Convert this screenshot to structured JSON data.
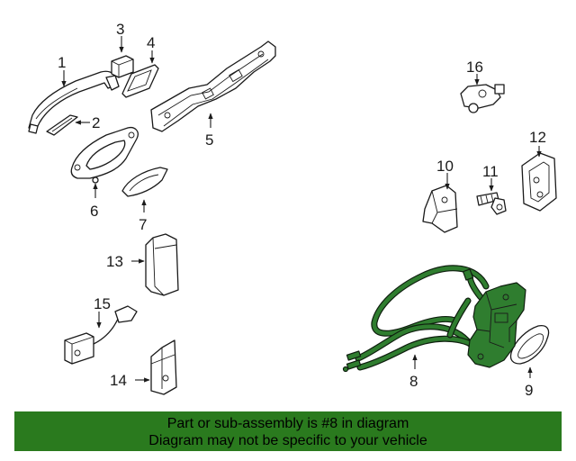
{
  "callouts": {
    "c1": "1",
    "c2": "2",
    "c3": "3",
    "c4": "4",
    "c5": "5",
    "c6": "6",
    "c7": "7",
    "c8": "8",
    "c9": "9",
    "c10": "10",
    "c11": "11",
    "c12": "12",
    "c13": "13",
    "c14": "14",
    "c15": "15",
    "c16": "16"
  },
  "highlight": {
    "part_number": "8",
    "color": "#2f7d2f"
  },
  "banner": {
    "line1": "Part or sub-assembly is #8 in diagram",
    "line2": "Diagram may not be specific to your vehicle",
    "color": "#2a7a1e"
  }
}
